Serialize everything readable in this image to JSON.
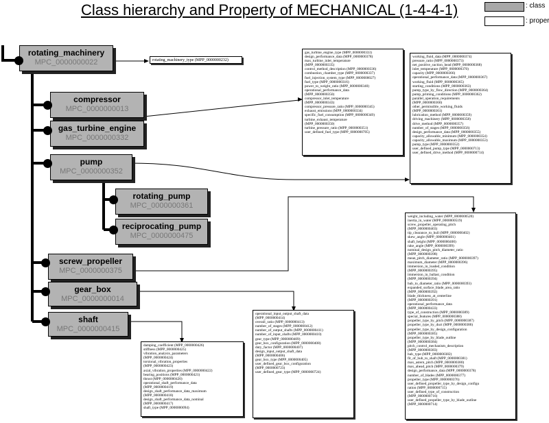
{
  "title": "Class hierarchy and Property of MECHANICAL (1-4-4-1)",
  "legend": {
    "class_label": ": class",
    "property_label": ": property"
  },
  "classes": {
    "rotating_machinery": {
      "name": "rotating_machinery",
      "code": "MPC_0000000022"
    },
    "compressor": {
      "name": "compressor",
      "code": "MPC_0000000013"
    },
    "gas_turbine_engine": {
      "name": "gas_turbine_engine",
      "code": "MPC_0000000332"
    },
    "pump": {
      "name": "pump",
      "code": "MPC_0000000352"
    },
    "rotating_pump": {
      "name": "rotating_pump",
      "code": "MPC_0000000361"
    },
    "reciprocating_pump": {
      "name": "reciprocating_pump",
      "code": "MPC_0000000475"
    },
    "screw_propeller": {
      "name": "screw_propeller",
      "code": "MPC_0000000375"
    },
    "gear_box": {
      "name": "gear_box",
      "code": "MPC_0000000014"
    },
    "shaft": {
      "name": "shaft",
      "code": "MPC_0000000415"
    }
  },
  "properties": {
    "rotating_machinery": [
      "rotating_machinery_type (MPP_0000000232)"
    ],
    "gas_turbine_engine": [
      "gas_turbine_engine_type (MPP_0000000333)",
      "design_performance_data (MPP_0000000378)",
      "max_turbine_inlet_temperature",
      "(MPP_0000000335)",
      "control_method_description (MPP_0000000336)",
      "combustion_chamber_type (MPP_0000000337)",
      "fuel_injection_system_type (MPP_0000000027)",
      "fuel_type (MPP_0000000316)",
      "power_to_weight_ratio (MPP_0000000340)",
      "operational_performance_data",
      "(MPP_0000000350)",
      "compressor_inlet_temperature",
      "(MPP_0000000343)",
      "compressor_pressure_ratio (MPP_0000000345)",
      "exhaust_emissions (MPP_0000000334)",
      "specific_fuel_consumption (MPP_0000000349)",
      "turbine_exhaust_temperature",
      "(MPP_0000000350)",
      "turbine_pressure_ratio (MPP_0000000351)",
      "user_defined_fuel_type (MPP_0000000705)"
    ],
    "pump": [
      "working_fluid_data (MPP_0000000374)",
      "pressure_ratio (MPP_0000000373)",
      "net_positive_suction_head (MPP_0000000368)",
      "inlet_temperature (MPP_0000000370)",
      "capacity (MPP_0000000366)",
      "operational_performance_data (MPP_0000000367)",
      "working_fluid (MPP_0000000365)",
      "starting_conditions (MPP_0000000363)",
      "pump_type_by_flow_direction (MPP_0000000364)",
      "pump_priming_conditions (MPP_0000000362)",
      "parallel_operation_requirements",
      "(MPP_0000000360)",
      "other_permissible_working_fluids",
      "(MPP_0000000361)",
      "lubrication_method (MPP_0000000359)",
      "driving_machinery (MPP_0000000358)",
      "drive_method (MPP_0000000357)",
      "number_of_stages (MPP_0000000356)",
      "design_performance_data (MPP_0000000355)",
      "capacity_allowable_minimum (MPP_0000000354)",
      "capacity_allowable_maximum (MPP_0000000353)",
      "pump_type (MPP_0000000352)",
      "user_defined_pump_type (MPP_0000000713)",
      "user_defined_drive_method (MPP_0000000714)"
    ],
    "screw_propeller": [
      "weight_including_water (MPP_0000000520)",
      "inertia_in_water (MPP_0000000519)",
      "screw_propeller_operating_pitch",
      "(MPP_0000000403)",
      "tip_clearance_to_hull (MPP_0000000402)",
      "skew_angle (MPP_0000000401)",
      "shaft_height (MPP_0000000400)",
      "rake_angle (MPP_0000000399)",
      "nominal_design_pitch_diameter_ratio",
      "(MPP_0000000398)",
      "mean_pitch_diameter_ratio (MPP_0000000397)",
      "maximum_diameter (MPP_0000000396)",
      "immersion_in_loaded_condition",
      "(MPP_0000000395)",
      "immersion_in_ballast_condition",
      "(MPP_0000000394)",
      "hub_to_diameter_ratio (MPP_0000000393)",
      "expanded_surface_blade_area_ratio",
      "(MPP_0000000392)",
      "blade_thickness_at_centerline",
      "(MPP_0000000391)",
      "operational_performance_data",
      "(MPP_0000000433)",
      "type_of_construction (MPP_0000000389)",
      "special_features (MPP_0000000388)",
      "propeller_type_by_pitch (MPP_0000000387)",
      "propeller_type_by_duct (MPP_0000000386)",
      "propeller_type_by_design_configuration",
      "(MPP_0000000385)",
      "propeller_type_by_blade_outline",
      "(MPP_0000000384)",
      "pitch_control_mechanism_description",
      "(MPP_0000000383)",
      "hub_type (MPP_0000000382)",
      "fit_of_hub_to_shaft (MPP_0000000381)",
      "max_astern_pitch (MPP_0000000380)",
      "max_ahead_pitch (MPP_0000000379)",
      "design_performance_data (MPP_0000000378)",
      "number_of_blades (MPP_0000000377)",
      "propeller_type (MPP_0000000376)",
      "user_defined_propeller_type_by_design_configu",
      "ration (MPP_0000000715)",
      "user_defined_type_of_construction",
      "(MPP_0000000716)",
      "user_defined_propeller_type_by_blade_outline",
      "(MPP_0000000714)"
    ],
    "gear_box": [
      "operational_input_output_shaft_data",
      "(MPP_0000000414)",
      "overall_ratio (MPP_0000000413)",
      "number_of_stages (MPP_0000000412)",
      "number_of_output_shafts (MPP_0000000411)",
      "number_of_input_shafts (MPP_0000000410)",
      "gear_type (MPP_0000000409)",
      "gear_box_configuration (MPP_0000000408)",
      "duty_factor (MPP_0000000407)",
      "design_input_output_shaft_data",
      "(MPP_0000000406)",
      "gear_box_type (MPP_0000000405)",
      "user_defined_gear_box_configuration",
      "(MPP_0000000723)",
      "user_defined_gear_type (MPP_0000000724)"
    ],
    "shaft": [
      "damping_coefficient (MPP_0000000426)",
      "stiffness (MPP_0000000425)",
      "vibration_analysis_parameters",
      "(MPP_0000000424)",
      "torsional_vibration_properties",
      "(MPP_0000000423)",
      "axial_vibration_properties (MPP_0000000422)",
      "bearing_positions (MPP_0000000421)",
      "thrust (MPP_0000000420)",
      "operational_shaft_performance_data",
      "(MPP_0000000419)",
      "design_shaft_performance_data_maximum",
      "(MPP_0000000418)",
      "design_shaft_performance_data_nominal",
      "(MPP_0000000417)",
      "shaft_type (MPP_0000000094)"
    ]
  }
}
